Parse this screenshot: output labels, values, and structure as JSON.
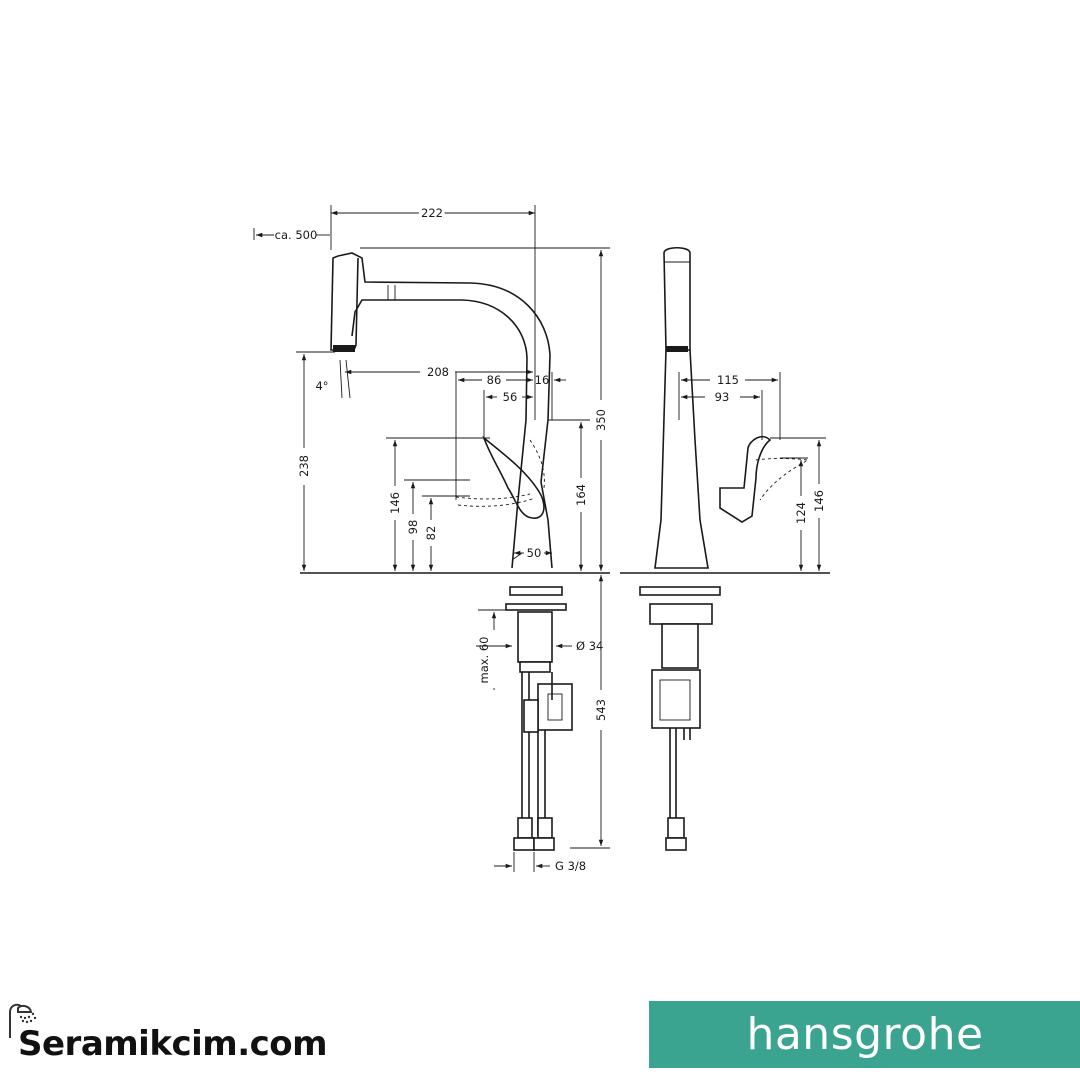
{
  "dimensions": {
    "spout_reach": "222",
    "pull_out": "ca. 500",
    "total_height": "350",
    "spout_height": "238",
    "outlet_reach": "208",
    "handle_86": "86",
    "handle_16": "16",
    "handle_56": "56",
    "angle": "4°",
    "handle_height_146": "146",
    "handle_height_98": "98",
    "handle_height_82": "82",
    "body_height": "164",
    "base_diameter": "50",
    "side_115": "115",
    "side_93": "93",
    "side_124": "124",
    "side_146": "146",
    "max_thickness": "max. 60",
    "hole_diameter": "Ø 34",
    "hose_length": "543",
    "thread": "G 3/8"
  },
  "footer": {
    "site_name": "Seramikcim.com",
    "brand_name": "hansgrohe",
    "brand_color": "#3aa491",
    "site_icon": "shower-head-icon"
  }
}
